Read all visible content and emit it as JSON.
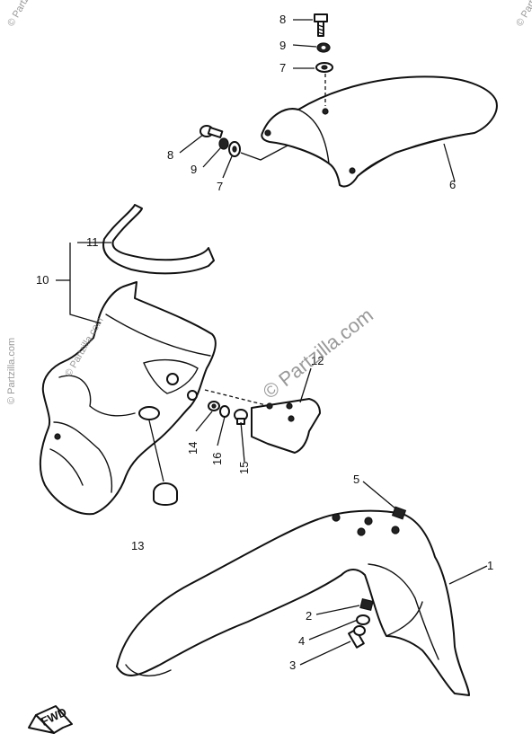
{
  "watermark": {
    "text": "© Partzilla.com",
    "small_text": "© Partzilla.com"
  },
  "callouts": {
    "c1": "1",
    "c2": "2",
    "c3": "3",
    "c4": "4",
    "c5": "5",
    "c6": "6",
    "c7a": "7",
    "c7b": "7",
    "c8a": "8",
    "c8b": "8",
    "c9a": "9",
    "c9b": "9",
    "c10": "10",
    "c11": "11",
    "c12": "12",
    "c13": "13",
    "c14": "14",
    "c15": "15",
    "c16": "16"
  },
  "fwd_label": "FWD"
}
